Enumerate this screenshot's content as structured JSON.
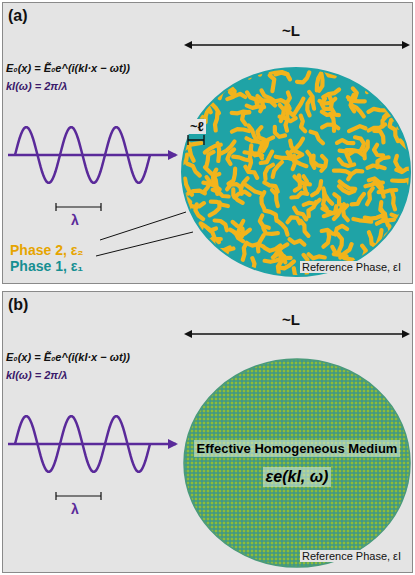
{
  "diagram": {
    "nodes": [
      {
        "text": [
          "(a)"
        ]
      },
      {
        "text": [
          "(b)"
        ]
      },
      {
        "text": [
          "Effective Homogeneous Medium",
          "εe(kI, ω)"
        ],
        "in": 1
      }
    ],
    "labels": [
      "~L",
      "E₀(x) = Ẽ₀e^(i(kI·x − ωt))",
      "kI(ω) = 2π/λ",
      "λ",
      "~ℓ",
      "Phase 2, ε₂",
      "Phase 1, ε₁",
      "Reference Phase, εI",
      "~L",
      "E₀(x) = Ẽ₀e^(i(kI·x − ωt))",
      "kI(ω) = 2π/λ",
      "λ",
      "Reference Phase, εI"
    ]
  }
}
